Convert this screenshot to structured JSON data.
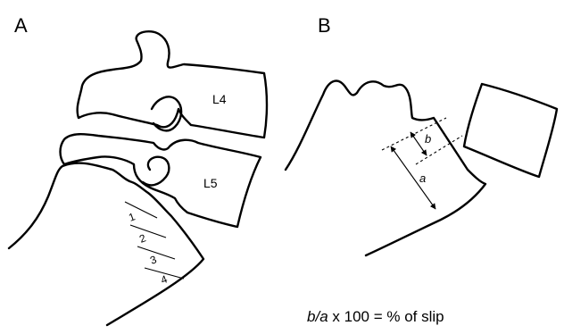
{
  "panel_a": {
    "label": "A",
    "vertebra_upper": "L4",
    "vertebra_lower": "L5",
    "zones": [
      "1",
      "2",
      "3",
      "4"
    ]
  },
  "panel_b": {
    "label": "B",
    "measure_small": "b",
    "measure_large": "a",
    "formula": {
      "b": "b",
      "slash": "/",
      "a": "a",
      "rest": " x 100 = % of slip"
    }
  }
}
